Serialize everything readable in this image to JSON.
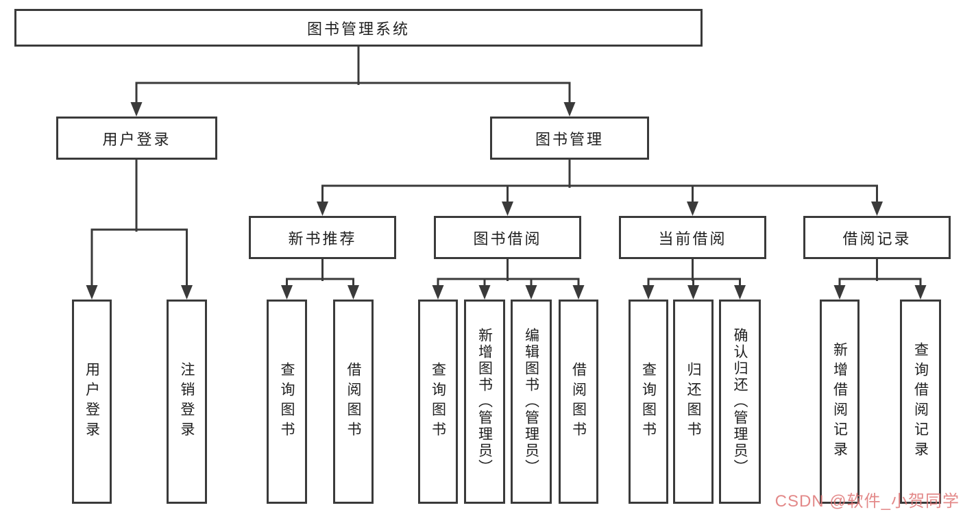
{
  "palette": {
    "line_color": "#3a3a3a",
    "text_color": "#1f1f1f",
    "background": "#ffffff",
    "watermark_color": "#de7474"
  },
  "nodes": {
    "root": "图书管理系统",
    "userLogin": "用户登录",
    "bookMgmt": "图书管理",
    "newBook": "新书推荐",
    "bookBorrow": "图书借阅",
    "currentBorrow": "当前借阅",
    "borrowRecords": "借阅记录",
    "userLoginChildren": [
      "用户登录",
      "注销登录"
    ],
    "newBookChildren": [
      "查询图书",
      "借阅图书"
    ],
    "bookBorrowChildren": [
      "查询图书",
      "新增图书（管理员）",
      "编辑图书（管理员）",
      "借阅图书"
    ],
    "currentBorrowChildren": [
      "查询图书",
      "归还图书",
      "确认归还（管理员）"
    ],
    "borrowRecordsChildren": [
      "新增借阅记录",
      "查询借阅记录"
    ]
  },
  "watermark": {
    "text": "CSDN @软件_小贺同学"
  }
}
